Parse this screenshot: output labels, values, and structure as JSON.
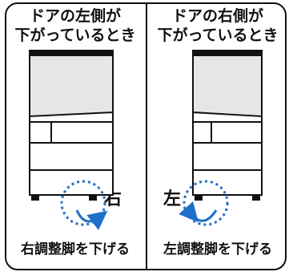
{
  "left_panel": {
    "title_line1": "ドアの左側が",
    "title_line2": "下がっているとき",
    "side_label": "右",
    "caption": "右調整脚を下げる"
  },
  "right_panel": {
    "title_line1": "ドアの右側が",
    "title_line2": "下がっているとき",
    "side_label": "左",
    "caption": "左調整脚を下げる"
  },
  "colors": {
    "outline": "#111111",
    "door_fill": "#e6e6e6",
    "arrow": "#1f6fc9"
  }
}
